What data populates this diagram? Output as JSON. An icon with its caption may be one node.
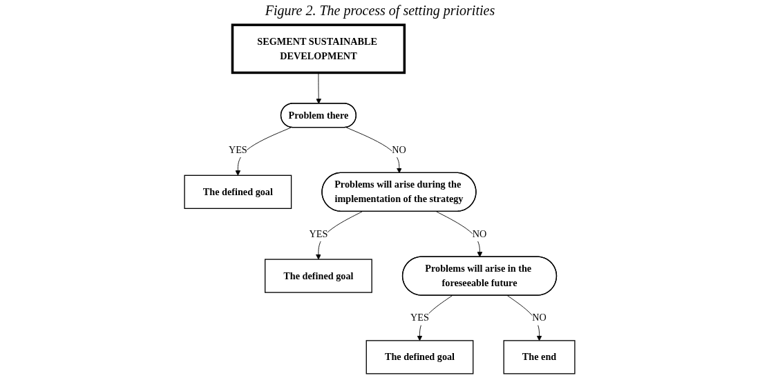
{
  "diagram": {
    "title": "Figure 2. The process of setting priorities",
    "nodes": [
      {
        "text": [
          "SEGMENT SUSTAINABLE DEVELOPMENT"
        ]
      },
      {
        "text": [
          "Problem there"
        ]
      },
      {
        "text": [
          "The defined goal"
        ]
      },
      {
        "text": [
          "Problems will arise during the implementation of the strategy"
        ]
      },
      {
        "text": [
          "The defined goal"
        ]
      },
      {
        "text": [
          "Problems will arise in the foreseeable future"
        ]
      },
      {
        "text": [
          "The defined goal"
        ]
      },
      {
        "text": [
          "The end"
        ]
      }
    ],
    "edges": [
      {
        "from": 0,
        "to": 1,
        "arrow": "to"
      },
      {
        "from": 1,
        "to": 2,
        "arrow": "to",
        "label": "YES"
      },
      {
        "from": 1,
        "to": 3,
        "arrow": "to",
        "label": "NO"
      },
      {
        "from": 3,
        "to": 4,
        "arrow": "to",
        "label": "YES"
      },
      {
        "from": 3,
        "to": 5,
        "arrow": "to",
        "label": "NO"
      },
      {
        "from": 5,
        "to": 6,
        "arrow": "to",
        "label": "YES"
      },
      {
        "from": 5,
        "to": 7,
        "arrow": "to",
        "label": "NO"
      }
    ]
  }
}
